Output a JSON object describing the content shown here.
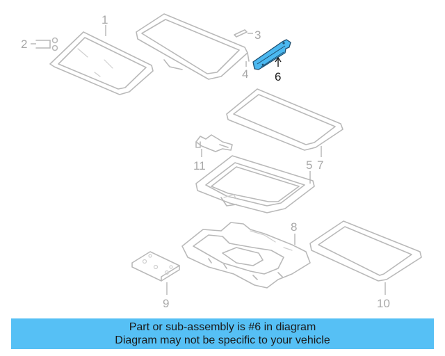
{
  "diagram": {
    "callouts": [
      "1",
      "2",
      "3",
      "4",
      "5",
      "6",
      "7",
      "8",
      "9",
      "10",
      "11"
    ],
    "highlighted_part": "6",
    "colors": {
      "highlight_fill": "#4bb8f0",
      "part_stroke": "#b9b9b9",
      "callout_text": "#a8a8a8",
      "active_callout": "#1a1a1a",
      "banner_background": "#56c0f5"
    }
  },
  "banner": {
    "line1": "Part or sub-assembly is #6 in diagram",
    "line2": "Diagram may not be specific to your vehicle"
  }
}
